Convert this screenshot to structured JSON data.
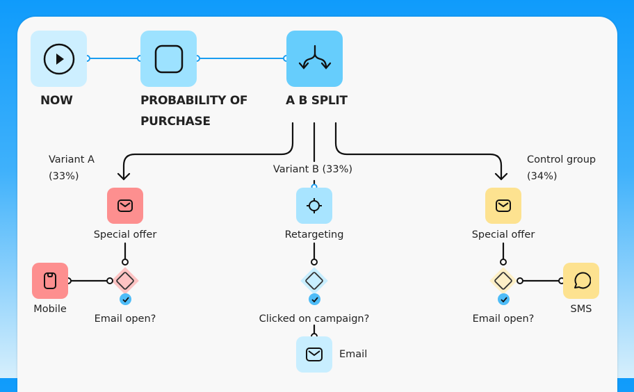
{
  "top_nodes": [
    {
      "label": "NOW",
      "icon": "play-icon",
      "color": "#cdefff"
    },
    {
      "label_line1": "PROBABILITY OF",
      "label_line2": "PURCHASE",
      "icon": "square-icon",
      "color": "#9de2ff"
    },
    {
      "label": "A B SPLIT",
      "icon": "split-icon",
      "color": "#66cdfc"
    }
  ],
  "branches": {
    "a": {
      "label": "Variant A",
      "pct": "(33%)",
      "node": "Special offer",
      "color": "#fd8f8f",
      "decision": "Email open?",
      "side_node": "Mobile"
    },
    "b": {
      "label": "Variant B (33%)",
      "node": "Retargeting",
      "color": "#a8e4ff",
      "decision": "Clicked on campaign?",
      "next_node": "Email"
    },
    "c": {
      "label": "Control group",
      "pct": "(34%)",
      "node": "Special offer",
      "color": "#fde290",
      "decision": "Email open?",
      "side_node": "SMS"
    }
  },
  "colors": {
    "connector": "#1a9df0",
    "check": "#4ebcf7"
  }
}
